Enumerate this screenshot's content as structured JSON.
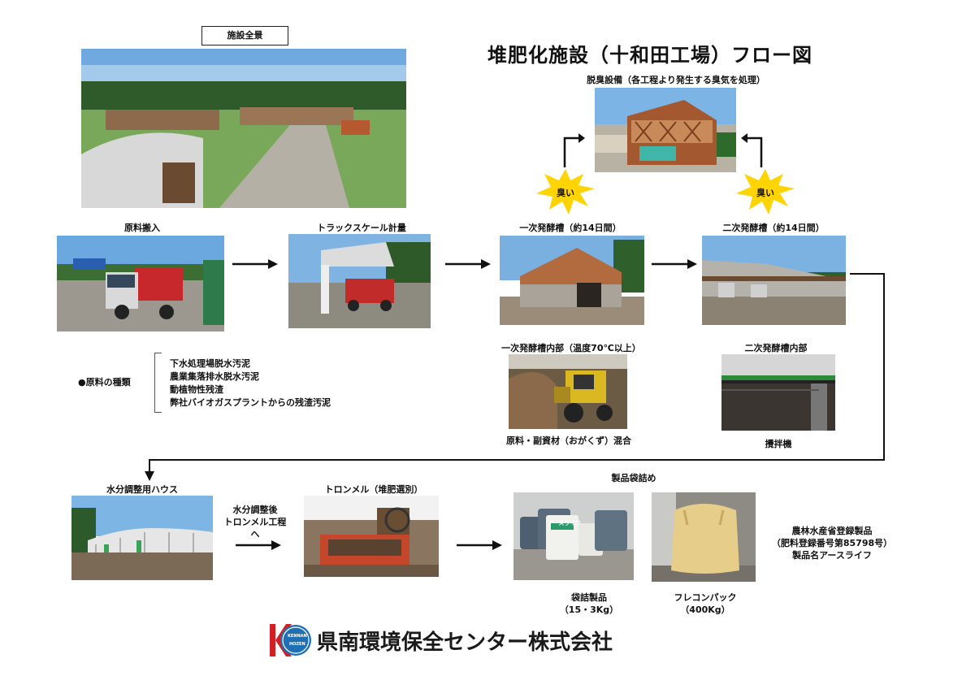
{
  "title": "堆肥化施設（十和田工場）フロー図",
  "facility_overview_label": "施設全景",
  "deodorize_label": "脱臭設備（各工程より発生する臭気を処理）",
  "odor_labels": [
    "臭い",
    "臭い"
  ],
  "steps": {
    "intake": "原料搬入",
    "truck_scale": "トラックスケール計量",
    "primary": "一次発酵槽（約14日間）",
    "secondary": "二次発酵槽（約14日間）",
    "primary_inside": "一次発酵槽内部（温度70℃以上）",
    "mixing": "原料・副資材（おがくず）混合",
    "secondary_inside": "二次発酵槽内部",
    "agitator": "攪拌機",
    "moisture_house": "水分調整用ハウス",
    "moisture_note_1": "水分調整後",
    "moisture_note_2": "トロンメル工程へ",
    "trommel": "トロンメル（堆肥選別）",
    "bagging": "製品袋詰め",
    "bag_product": "袋詰製品",
    "bag_weight": "（15・3Kg）",
    "flexible": "フレコンパック",
    "flexible_weight": "（400Kg）"
  },
  "materials": {
    "heading": "●原料の種類",
    "items": [
      "下水処理場脱水汚泥",
      "農業集落排水脱水汚泥",
      "動植物性残渣",
      "弊社バイオガスプラントからの残渣汚泥"
    ]
  },
  "registration": {
    "line1": "農林水産省登録製品",
    "line2": "（肥料登録番号第85798号）",
    "line3": "製品名アースライフ"
  },
  "bag_brand": "アースライフ",
  "company": {
    "logo_text_top": "KENNAN",
    "logo_text_bottom": "HOZEN",
    "name": "県南環境保全センター株式会社"
  },
  "colors": {
    "accent_blue": "#1f6fb5",
    "odor_yellow": "#ffd400",
    "logo_red": "#d21f26"
  },
  "icons": {
    "odor": "starburst-icon",
    "arrow": "right-arrow-icon"
  }
}
